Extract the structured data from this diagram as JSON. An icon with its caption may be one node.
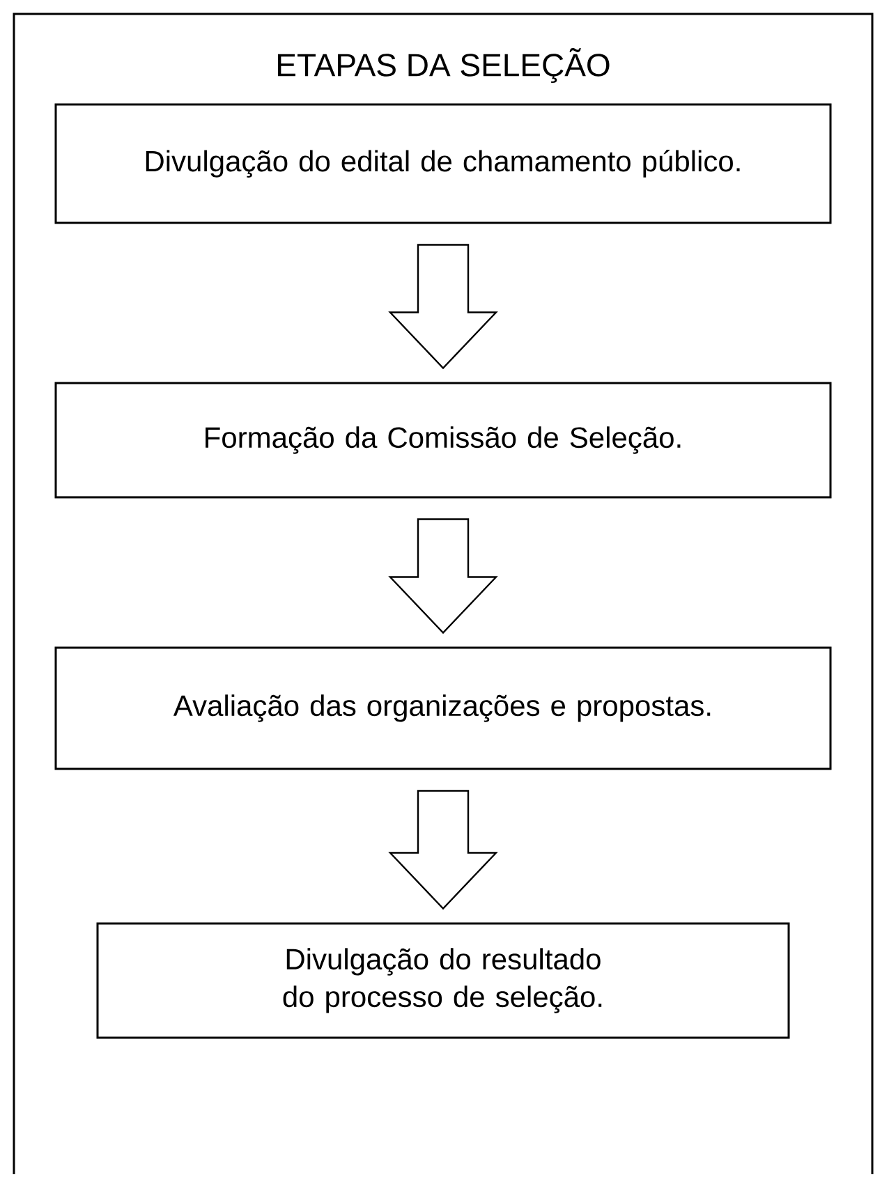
{
  "diagram": {
    "title": "ETAPAS DA SELEÇÃO",
    "nodes": [
      {
        "text": [
          "Divulgação do edital de chamamento público."
        ]
      },
      {
        "text": [
          "Formação da Comissão de Seleção."
        ]
      },
      {
        "text": [
          "Avaliação das organizações e propostas."
        ]
      },
      {
        "text": [
          "Divulgação do resultado do processo de seleção."
        ]
      }
    ],
    "edges": [
      {
        "from": 0,
        "to": 1,
        "arrow": "to"
      },
      {
        "from": 1,
        "to": 2,
        "arrow": "to"
      },
      {
        "from": 2,
        "to": 3,
        "arrow": "to"
      }
    ]
  }
}
